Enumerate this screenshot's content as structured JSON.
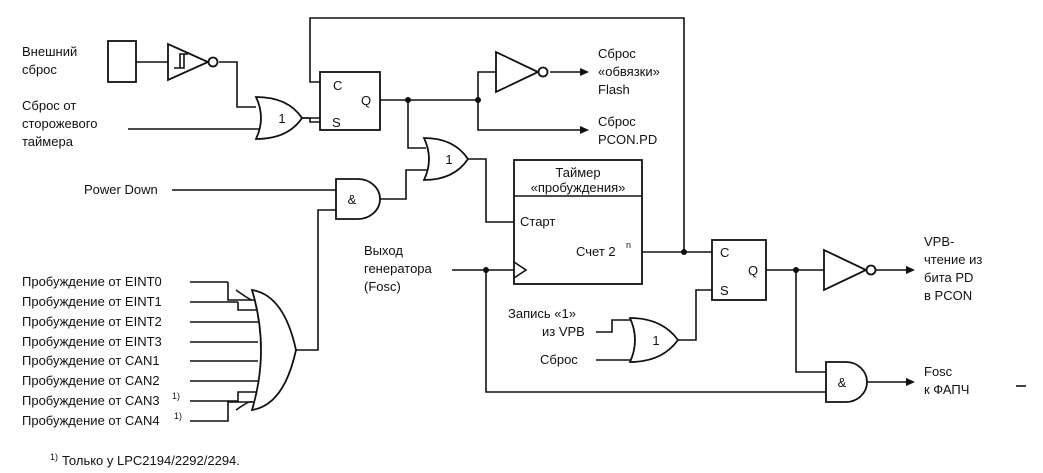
{
  "inputs": {
    "external_reset": [
      "Внешний",
      "сброс"
    ],
    "watchdog_reset": [
      "Сброс от",
      "сторожевого",
      "таймера"
    ],
    "power_down": "Power Down",
    "oscillator_out": [
      "Выход",
      "генератора",
      "(Fosc)"
    ],
    "write_vpb": [
      "Запись «1»",
      "из VPB"
    ],
    "reset": "Сброс",
    "wakeups": [
      "Пробуждение от EINT0",
      "Пробуждение от EINT1",
      "Пробуждение от EINT2",
      "Пробуждение от EINT3",
      "Пробуждение от CAN1",
      "Пробуждение от CAN2",
      "Пробуждение от CAN3",
      "Пробуждение от CAN4"
    ],
    "footnote_mark": "1)"
  },
  "outputs": {
    "flash_reset": [
      "Сброс",
      "«обвязки»",
      "Flash"
    ],
    "pcon_reset": [
      "Сброс",
      "PCON.PD"
    ],
    "vpb_read": [
      "VPB-",
      "чтение из",
      "бита PD",
      "в PCON"
    ],
    "fosc_pll": [
      "Fosc",
      "к ФАПЧ"
    ]
  },
  "gates": {
    "or": "1",
    "and": "&"
  },
  "flipflop": {
    "clock": "C",
    "set": "S",
    "output": "Q"
  },
  "timer": {
    "title": [
      "Таймер",
      "«пробуждения»"
    ],
    "start": "Старт",
    "count": "Счет 2",
    "count_exp": "n"
  },
  "footnote": {
    "mark": "1)",
    "text": "Только у LPC2194/2292/2294."
  }
}
